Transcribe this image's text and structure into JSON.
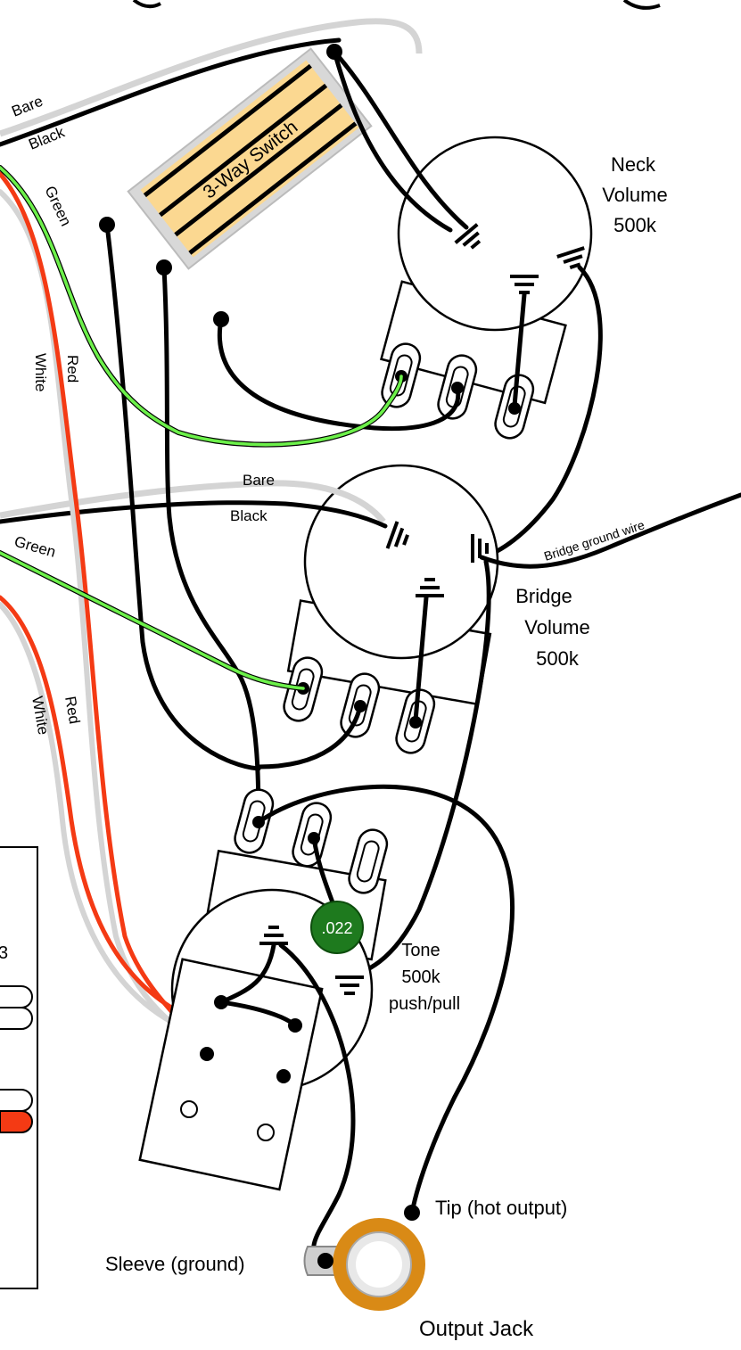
{
  "switch": {
    "label": "3-Way Switch"
  },
  "pots": {
    "neck": {
      "lines": [
        "Neck",
        "Volume",
        "500k"
      ]
    },
    "bridge": {
      "lines": [
        "Bridge",
        "Volume",
        "500k"
      ]
    },
    "tone": {
      "lines": [
        "Tone",
        "500k",
        "push/pull"
      ]
    }
  },
  "capacitor": {
    "label": ".022",
    "color": "#1e7a1e"
  },
  "wires": {
    "top_bare": "Bare",
    "top_black": "Black",
    "top_green": "Green",
    "top_red": "Red",
    "top_white": "White",
    "mid_bare": "Bare",
    "mid_black": "Black",
    "mid_green": "Green",
    "mid_red": "Red",
    "mid_white": "White",
    "bridge_ground": "Bridge ground wire"
  },
  "jack": {
    "title": "Output Jack",
    "tip": "Tip (hot output)",
    "sleeve": "Sleeve (ground)"
  },
  "legend": {
    "partial_text": "3"
  },
  "colors": {
    "green_wire": "#6cf04a",
    "red_wire": "#f43a14",
    "white_wire": "#d4d4d4",
    "switch_body": "#fbd891",
    "jack_ring": "#d98a16"
  }
}
